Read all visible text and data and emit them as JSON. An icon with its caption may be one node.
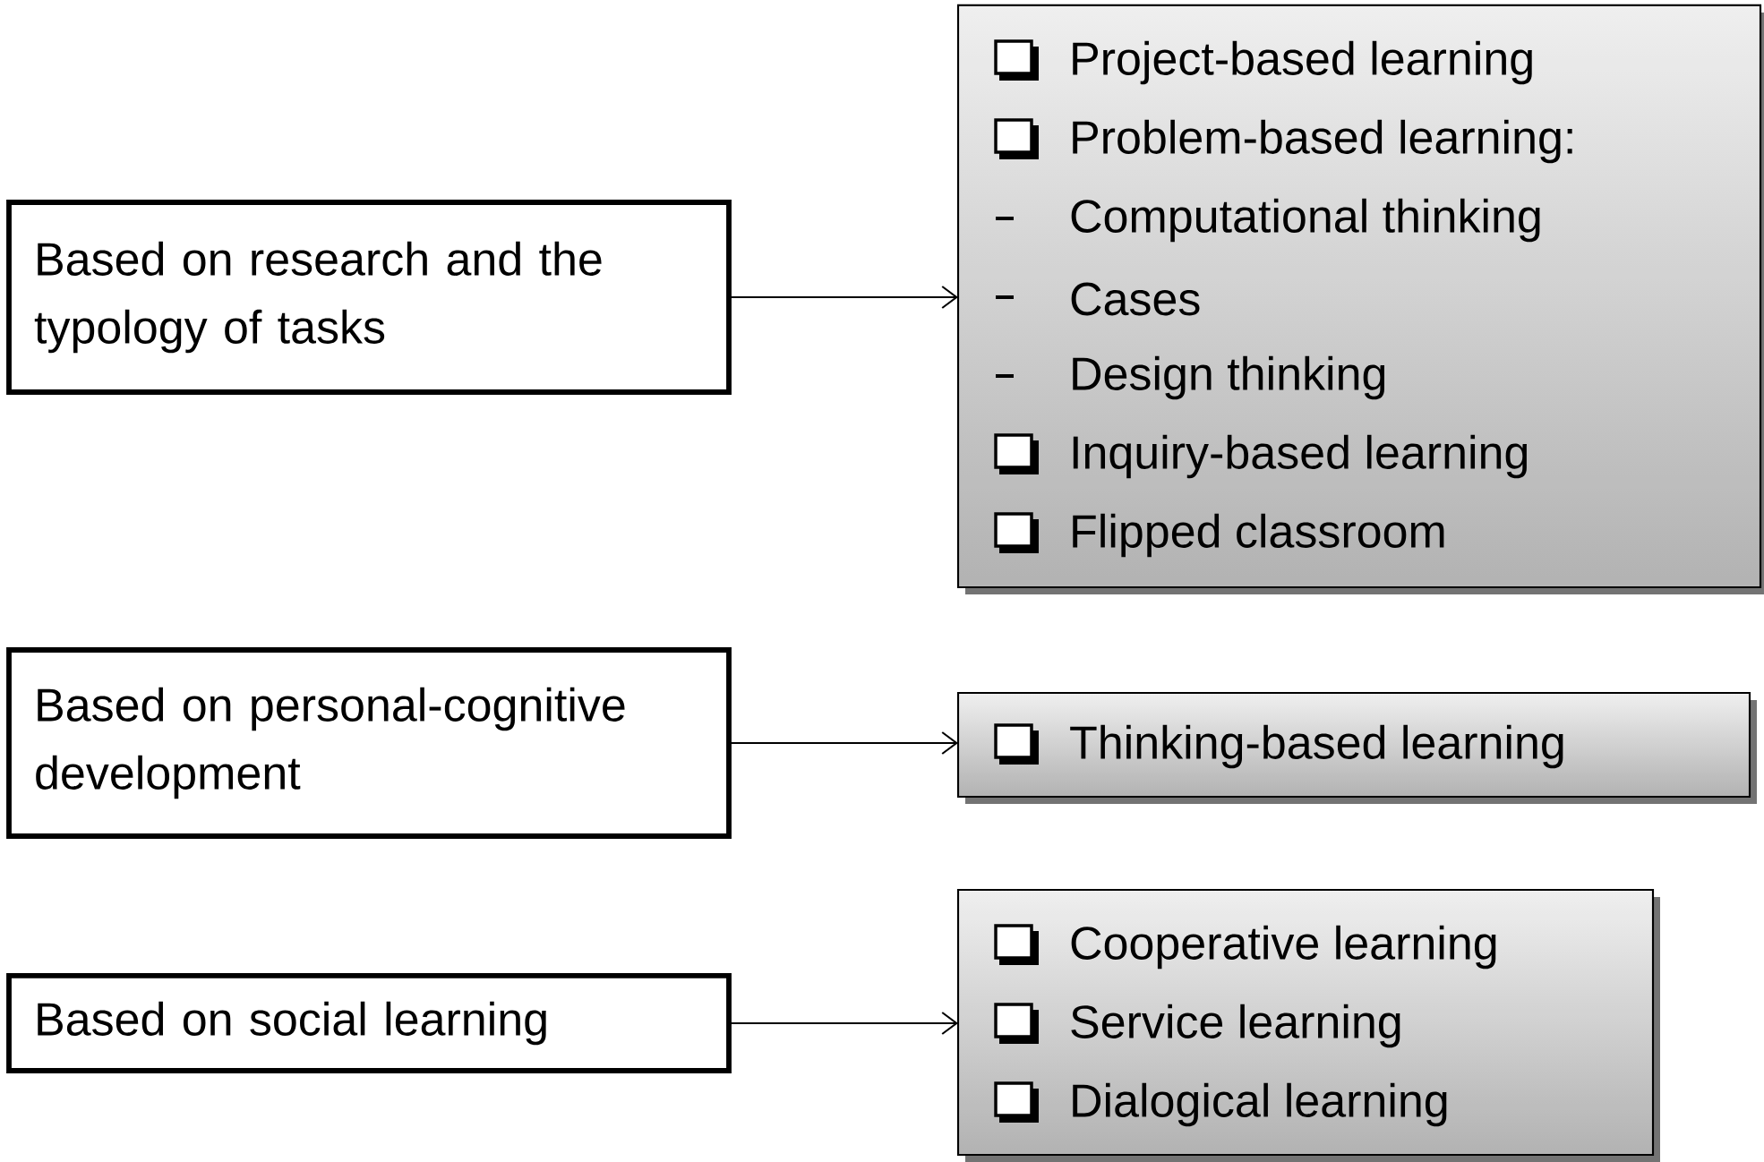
{
  "diagram": {
    "nodes": [
      {
        "text": [
          "Based on research and the typology of tasks"
        ]
      },
      {
        "text": [
          "Project-based learning",
          "Problem-based learning:",
          "Computational thinking",
          "Cases",
          "Design thinking",
          "Inquiry-based learning",
          "Flipped classroom"
        ]
      },
      {
        "text": [
          "Based on personal-cognitive development"
        ]
      },
      {
        "text": [
          "Thinking-based learning"
        ]
      },
      {
        "text": [
          "Based on social learning"
        ]
      },
      {
        "text": [
          "Cooperative learning",
          "Service learning",
          "Dialogical learning"
        ]
      }
    ],
    "edges": [
      {
        "from": 0,
        "to": 1,
        "arrow": "to"
      },
      {
        "from": 2,
        "to": 3,
        "arrow": "to"
      },
      {
        "from": 4,
        "to": 5,
        "arrow": "to"
      }
    ]
  }
}
